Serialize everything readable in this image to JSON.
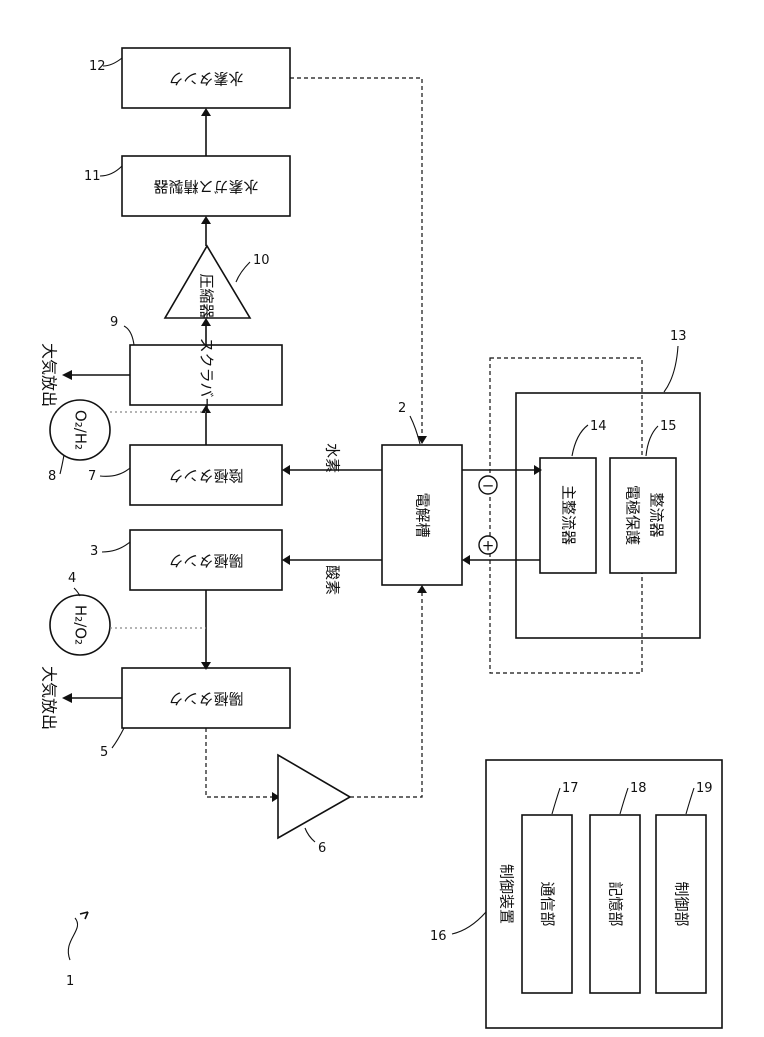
{
  "reference_numbers": {
    "system": "1",
    "electrolyzer": "2",
    "tank_a": "3",
    "gas_a": "4",
    "tank_c": "5",
    "amp_6": "6",
    "tank_b": "7",
    "gas_b": "8",
    "scrubber": "9",
    "compressor": "10",
    "hydrogen_gas_cleaning": "11",
    "hydrogen_tank": "12",
    "power_unit": "13",
    "main_rectifier": "14",
    "electrode_rectifier": "15",
    "control_device": "16",
    "comm_unit": "17",
    "storage_unit": "18",
    "control_unit": "19"
  },
  "labels": {
    "hydrogen_tank": "水素タンク",
    "hydrogen_gas_cleaning": "水素ガス精製器",
    "compressor": "圧縮器",
    "scrubber": "スクラバー",
    "tank_b": "陰極タンク",
    "tank_a": "陽極タンク",
    "tank_c": "陽極タンク",
    "electrolyzer": "電解槽",
    "main_rectifier": "主整流器",
    "electrode_rectifier_line1": "電極保護",
    "electrode_rectifier_line2": "整流器",
    "control_device": "制御装置",
    "comm_unit": "通信部",
    "storage_unit": "記憶部",
    "control_unit": "制御部",
    "atmos_release_top": "大気放出",
    "atmos_release_bottom": "大気放出",
    "gas_b_formula": "O₂/H₂",
    "gas_a_formula": "H₂/O₂",
    "flow_hydrogen": "水素",
    "flow_oxygen": "酸素",
    "plus": "+",
    "minus": "−"
  }
}
